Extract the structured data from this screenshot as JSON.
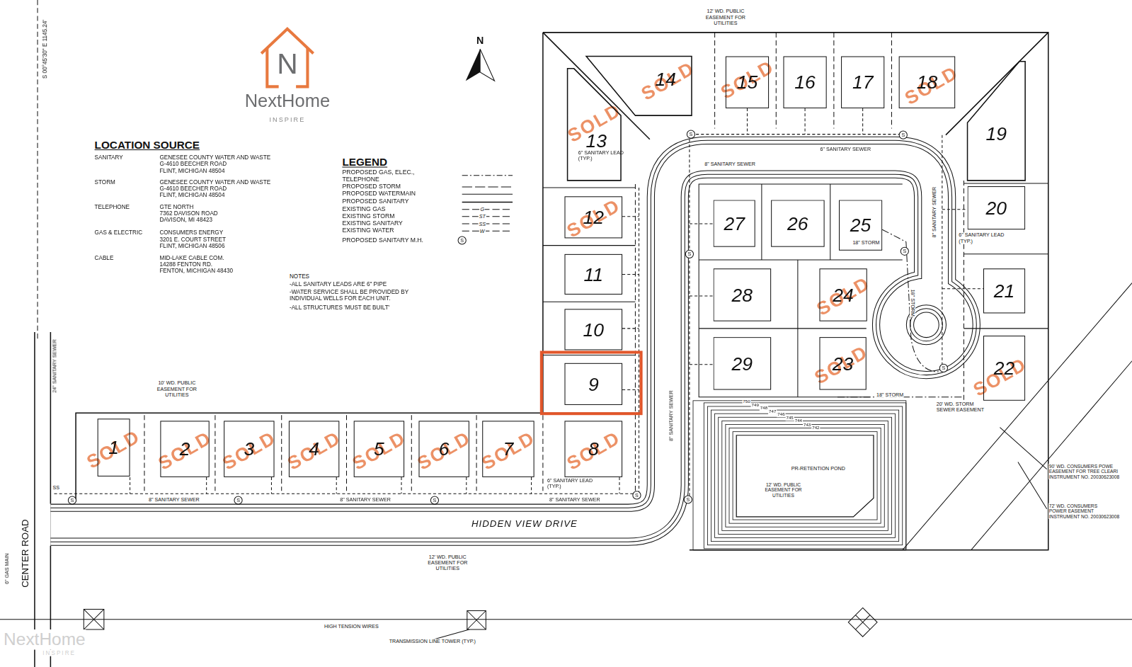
{
  "diagram": {
    "nodes": [
      {
        "text": [
          "1"
        ]
      },
      {
        "text": [
          "2"
        ]
      },
      {
        "text": [
          "3"
        ]
      },
      {
        "text": [
          "4"
        ]
      },
      {
        "text": [
          "5"
        ]
      },
      {
        "text": [
          "6"
        ]
      },
      {
        "text": [
          "7"
        ]
      },
      {
        "text": [
          "8"
        ]
      },
      {
        "text": [
          "9"
        ]
      },
      {
        "text": [
          "10"
        ]
      },
      {
        "text": [
          "11"
        ]
      },
      {
        "text": [
          "12"
        ]
      },
      {
        "text": [
          "13"
        ]
      },
      {
        "text": [
          "14"
        ]
      },
      {
        "text": [
          "15"
        ]
      },
      {
        "text": [
          "16"
        ]
      },
      {
        "text": [
          "17"
        ]
      },
      {
        "text": [
          "18"
        ]
      },
      {
        "text": [
          "19"
        ]
      },
      {
        "text": [
          "20"
        ]
      },
      {
        "text": [
          "21"
        ]
      },
      {
        "text": [
          "22"
        ]
      },
      {
        "text": [
          "23"
        ]
      },
      {
        "text": [
          "24"
        ]
      },
      {
        "text": [
          "25"
        ]
      },
      {
        "text": [
          "26"
        ]
      },
      {
        "text": [
          "27"
        ]
      },
      {
        "text": [
          "28"
        ]
      },
      {
        "text": [
          "29"
        ]
      }
    ],
    "labels": [
      "N",
      "NextHome",
      "INSPIRE",
      "N",
      "LOCATION SOURCE",
      "SANITARY",
      "GENESEE COUNTY WATER AND WASTE G-4610 BEECHER ROAD FLINT, MICHIGAN 48504",
      "STORM",
      "GENESEE COUNTY WATER AND WASTE G-4610 BEECHER ROAD FLINT, MICHIGAN 48504",
      "TELEPHONE",
      "GTE NORTH 7362 DAVISON ROAD DAVISON, MI 48423",
      "GAS & ELECTRIC",
      "CONSUMERS ENERGY 3201 E. COURT STREET FLINT, MICHIGAN 48506",
      "CABLE",
      "MID-LAKE CABLE COM. 14288 FENTON RD. FENTON, MICHIGAN 48430",
      "LEGEND",
      "G",
      "ST",
      "SS",
      "W",
      "S",
      "NOTES",
      "-ALL SANITARY LEADS ARE 6\" PIPE",
      "-WATER SERVICE SHALL BE PROVIDED BY INDIVIDUAL WELLS FOR EACH UNIT.",
      "-ALL STRUCTURES 'MUST BE BUILT'",
      "S 00°45'30\" E 1145.24'",
      "12' WD. PUBLIC EASEMENT FOR UTILITIES",
      "10' WD. PUBLIC EASEMENT FOR UTILITIES",
      "24\" SANITARY SEWER",
      "8\" SANITARY SEWER",
      "8\" SANITARY SEWER",
      "8\" SANITARY SEWER",
      "6\" SANITARY LEAD (TYP.)",
      "HIDDEN VIEW DRIVE",
      "12' WD. PUBLIC EASEMENT FOR UTILITIES",
      "8\" SANITARY SEWER",
      "8\" SANITARY SEWER",
      "6\" SANITARY LEAD (TYP.)",
      "6\" SANITARY SEWER",
      "8\" SANITARY SEWER",
      "6\" SANITARY LEAD (TYP.)",
      "18\" STORM",
      "18\" STORM",
      "18\" STORM",
      "20' WD. STORM SEWER EASEMENT",
      "PR-RETENTION POND",
      "12' WD. PUBLIC EASEMENT FOR UTILITIES",
      "750",
      "749",
      "748",
      "747",
      "746",
      "745",
      "744",
      "743",
      "742",
      "90' WD. CONSUMERS POWE EASEMENT FOR TREE CLEARI INSTRUMENT NO. 20030623008",
      "72' WD. CONSUMERS POWER EASEMENT INSTRUMENT NO. 20030623008",
      "HIGH TENSION WIRES",
      "TRANSMISSION LINE TOWER (TYP.)",
      "CENTER ROAD",
      "6\" GAS MAIN",
      "SS",
      "NextHome",
      "INSPIRE",
      "SOLD",
      "SOLD",
      "SOLD",
      "SOLD",
      "SOLD",
      "SOLD",
      "SOLD",
      "SOLD",
      "SOLD",
      "SOLD",
      "SOLD",
      "SOLD",
      "SOLD",
      "SOLD",
      "SOLD",
      "SOLD",
      "S",
      "S",
      "S",
      "S",
      "S",
      "S",
      "S",
      "S",
      "S",
      "S"
    ],
    "legend": [
      {
        "text": "PROPOSED GAS, ELEC., TELEPHONE"
      },
      {
        "text": "PROPOSED STORM"
      },
      {
        "text": "PROPOSED WATERMAIN"
      },
      {
        "text": "PROPOSED SANITARY"
      },
      {
        "text": "EXISTING GAS"
      },
      {
        "text": "EXISTING STORM"
      },
      {
        "text": "EXISTING SANITARY"
      },
      {
        "text": "EXISTING WATER"
      },
      {
        "text": "PROPOSED SANITARY M.H."
      }
    ]
  }
}
